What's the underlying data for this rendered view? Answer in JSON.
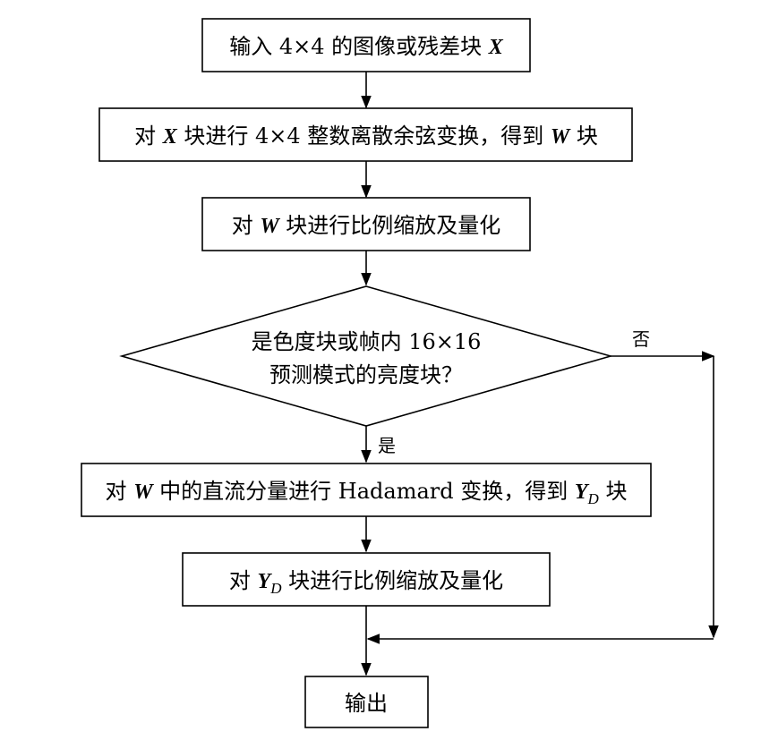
{
  "flowchart": {
    "step1": {
      "pre": "输入 4×4 的图像或残差块 ",
      "var": "X"
    },
    "step2": {
      "pre": "对 ",
      "var1": "X",
      "mid": " 块进行 4×4 整数离散余弦变换，得到 ",
      "var2": "W",
      "post": " 块"
    },
    "step3": {
      "pre": "对 ",
      "var": "W",
      "post": " 块进行比例缩放及量化"
    },
    "decision": {
      "line1": "是色度块或帧内 16×16",
      "line2": "预测模式的亮度块？"
    },
    "branch_no": "否",
    "branch_yes": "是",
    "step4": {
      "pre": "对 ",
      "var1": "W",
      "mid": " 中的直流分量进行 Hadamard 变换，得到 ",
      "var2": "Y",
      "sub": "D",
      "post": " 块"
    },
    "step5": {
      "pre": "对 ",
      "var": "Y",
      "sub": "D",
      "post": " 块进行比例缩放及量化"
    },
    "output": "输出"
  }
}
